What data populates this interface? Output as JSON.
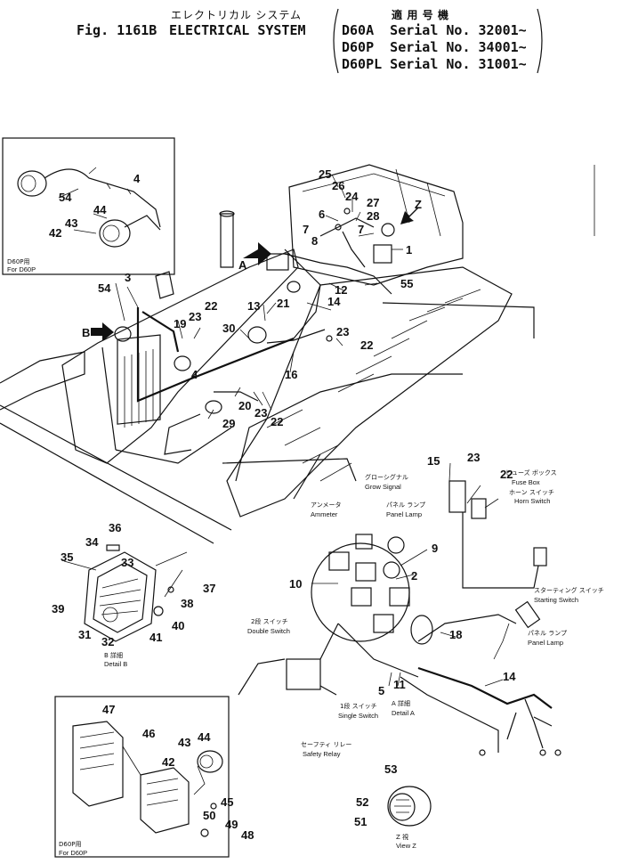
{
  "header": {
    "jp_title": "エレクトリカル システム",
    "fig": "Fig. 1161B",
    "title": "ELECTRICAL SYSTEM",
    "applicable_jp": "適 用 号 機",
    "serials": [
      "D60A  Serial No. 32001~",
      "D60P  Serial No. 34001~",
      "D60PL Serial No. 31001~"
    ]
  },
  "callouts": {
    "main": [
      "25",
      "26",
      "24",
      "27",
      "6",
      "28",
      "7",
      "7",
      "8",
      "1",
      "12",
      "14",
      "55",
      "3",
      "54",
      "23",
      "22",
      "19",
      "4",
      "30",
      "13",
      "21",
      "16",
      "23",
      "22",
      "20",
      "29",
      "23",
      "22"
    ],
    "letters": [
      "A",
      "B",
      "Z"
    ]
  },
  "inset_top": {
    "numbers": [
      "4",
      "54",
      "44",
      "43",
      "42"
    ],
    "jp": "D60P用",
    "en": "For D60P"
  },
  "detail_b": {
    "numbers": [
      "36",
      "34",
      "33",
      "35",
      "37",
      "38",
      "40",
      "41",
      "39",
      "31",
      "32"
    ],
    "jp": "B 詳細",
    "en": "Detail B"
  },
  "detail_a": {
    "numbers": [
      "15",
      "23",
      "22",
      "9",
      "10",
      "2",
      "18",
      "14",
      "5",
      "11"
    ],
    "labels": [
      {
        "jp": "ヒューズ ボックス",
        "en": "Fuse Box"
      },
      {
        "jp": "ホーン スイッチ",
        "en": "Horn Switch"
      },
      {
        "jp": "グローシグナル",
        "en": "Grow Signal"
      },
      {
        "jp": "アンメータ",
        "en": "Ammeter"
      },
      {
        "jp": "パネル ランプ",
        "en": "Panel Lamp"
      },
      {
        "jp": "スターティング スイッチ",
        "en": "Starting Switch"
      },
      {
        "jp": "パネル ランプ",
        "en": "Panel Lamp"
      },
      {
        "jp": "2段 スイッチ",
        "en": "Double Switch"
      },
      {
        "jp": "1段 スイッチ",
        "en": "Single Switch"
      },
      {
        "jp": "A 詳細",
        "en": "Detail A"
      },
      {
        "jp": "セーフティ リレー",
        "en": "Safety Relay"
      }
    ]
  },
  "inset_bottom": {
    "numbers": [
      "47",
      "46",
      "43",
      "44",
      "42",
      "45",
      "50",
      "49",
      "48"
    ],
    "jp": "D60P用",
    "en": "For D60P"
  },
  "view_z": {
    "numbers": [
      "53",
      "52",
      "51"
    ],
    "jp": "Z 視",
    "en": "View Z"
  }
}
